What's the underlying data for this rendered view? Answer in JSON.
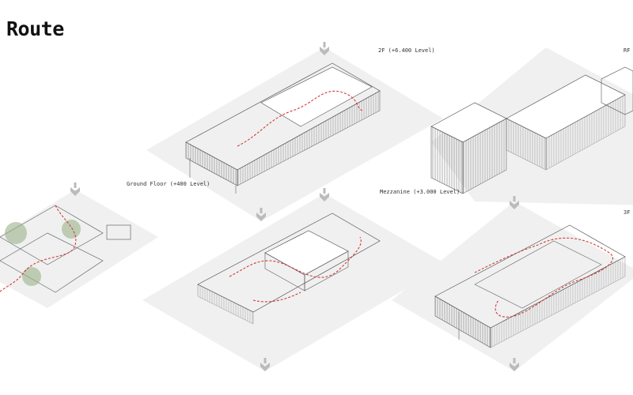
{
  "title": "Route",
  "panels": [
    {
      "id": "ground",
      "label": "Ground Floor (+400 Level)"
    },
    {
      "id": "mezzanine",
      "label": "Mezzanine (+3.000 Level)"
    },
    {
      "id": "2f",
      "label": "2F (+6.400 Level)"
    },
    {
      "id": "3f",
      "label": "3F"
    },
    {
      "id": "rf",
      "label": "RF"
    }
  ],
  "colors": {
    "route": "#d23a3a",
    "plate": "#efefef",
    "line": "#555555",
    "tree": "#9bb38a"
  }
}
